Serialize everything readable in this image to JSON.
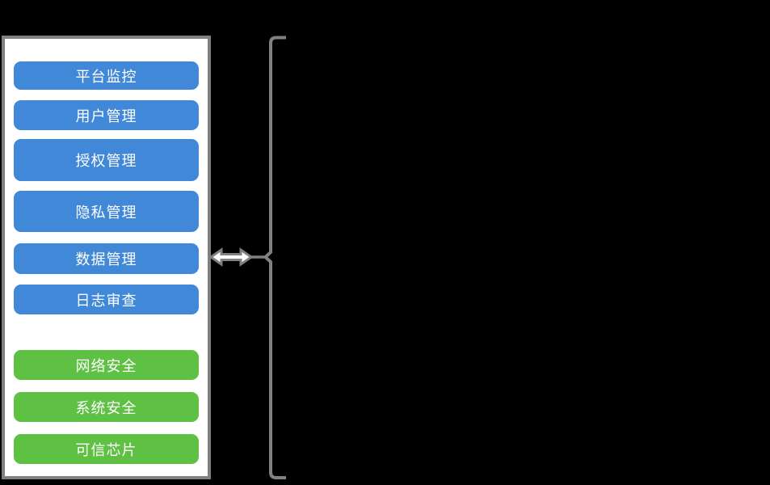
{
  "diagram": {
    "description_groups": [
      "management-modules",
      "security-modules"
    ]
  },
  "buttons": [
    {
      "label": "平台监控",
      "group": "management"
    },
    {
      "label": "用户管理",
      "group": "management"
    },
    {
      "label": "授权管理",
      "group": "management"
    },
    {
      "label": "隐私管理",
      "group": "management"
    },
    {
      "label": "数据管理",
      "group": "management"
    },
    {
      "label": "日志审查",
      "group": "management"
    },
    {
      "label": "网络安全",
      "group": "security"
    },
    {
      "label": "系统安全",
      "group": "security"
    },
    {
      "label": "可信芯片",
      "group": "security"
    }
  ],
  "icons": {
    "left_right_arrow": "left-right-arrow",
    "grouping_bracket": "right-opening-bracket"
  },
  "colors": {
    "blue": "#4189D8",
    "green": "#5FC143",
    "gray": "#808080",
    "panel_bg": "#FFFFFF",
    "text": "#FFFFFF",
    "background": "#000000"
  }
}
